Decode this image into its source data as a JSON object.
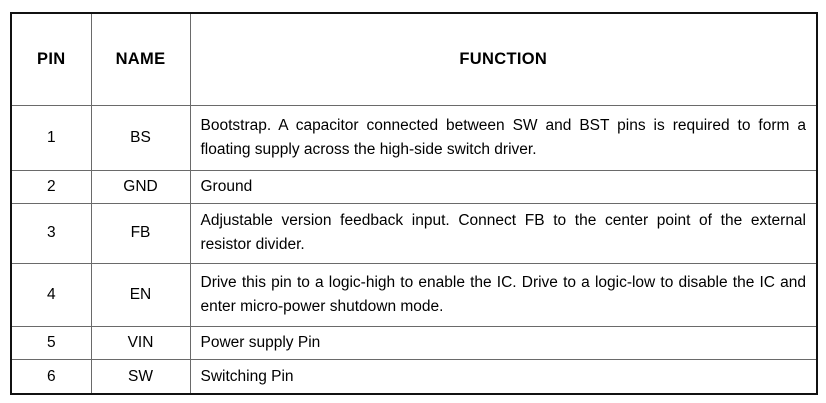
{
  "table": {
    "name": "pin-description-table",
    "columns": [
      {
        "key": "pin",
        "label": "PIN",
        "align": "center"
      },
      {
        "key": "name",
        "label": "NAME",
        "align": "center"
      },
      {
        "key": "func",
        "label": "FUNCTION",
        "align": "center"
      }
    ],
    "rows": [
      {
        "pin": "1",
        "name": "BS",
        "func": "Bootstrap. A capacitor connected between SW and BST pins is required to form a floating supply across the high-side switch driver."
      },
      {
        "pin": "2",
        "name": "GND",
        "func": "Ground"
      },
      {
        "pin": "3",
        "name": "FB",
        "func": "Adjustable version feedback input. Connect FB to the center point of the external resistor divider."
      },
      {
        "pin": "4",
        "name": "EN",
        "func": "Drive this pin to a logic-high to enable the IC. Drive to a logic-low to disable the IC and enter micro-power shutdown mode."
      },
      {
        "pin": "5",
        "name": "VIN",
        "func": "Power supply Pin"
      },
      {
        "pin": "6",
        "name": "SW",
        "func": "Switching Pin"
      }
    ]
  },
  "colors": {
    "page_background": "#ffffff",
    "outer_border": "#111111",
    "inner_border": "#6a6a6a",
    "text": "#000000"
  }
}
